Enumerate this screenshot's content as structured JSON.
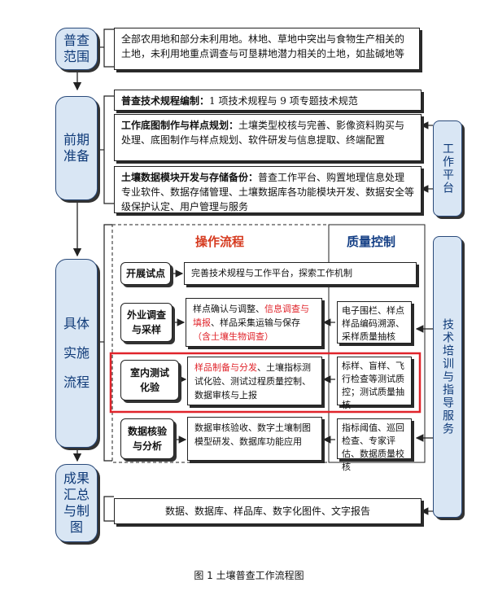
{
  "phases": {
    "scope": "普查\n范围",
    "prep": "前期\n准备",
    "impl": "具体\n\n实施\n\n流程",
    "summary": "成果\n汇总\n与制\n图"
  },
  "scope_text": "全部农用地和部分未利用地。林地、草地中突出与食物生产相关的土地，未利用地重点调查与可垦耕地潜力相关的土地，如盐碱地等",
  "prep": {
    "item1_title": "普查技术规程编制：",
    "item1_text": "1 项技术规程与 9 项专题技术规范",
    "item2_title": "工作底图制作与样点规划：",
    "item2_text": "土壤类型校核与完善、影像资料购买与处理、底图制作与样点规划、软件研发与信息提取、终端配置",
    "item3_title": "土壤数据模块开发与存储备份：",
    "item3_text": "普查工作平台、购置地理信息处理专业软件、数据存储管理、土壤数据库各功能模块开发、数据安全等级保护认定、用户管理与服务"
  },
  "work_platform": "工作平台",
  "headers": {
    "ops": "操作流程",
    "qc": "质量控制"
  },
  "ops": {
    "pilot_label": "开展试点",
    "pilot_text": "完善技术规程与工作平台，探索工作机制",
    "field_label": "外业调查与采样",
    "field_text_a": "样点确认与调整、",
    "field_text_red1": "信息调查与填报",
    "field_text_b": "、样品采集运输与保存",
    "field_text_red2": "（含土壤生物调查）",
    "lab_label": "室内测试化验",
    "lab_text_red": "样品制备与分发",
    "lab_text_b": "、土壤指标测试化验、测试过程质量控制、数据审核与上报",
    "data_label": "数据核验与分析",
    "data_text": "数据审核验收、数字土壤制图模型研发、数据库功能应用"
  },
  "qc": {
    "field": "电子围栏、样点样品编码溯源、采样质量抽核",
    "lab": "标样、盲样、飞行检查等测试质控；测试质量抽核",
    "data": "指标阈值、巡回检查、专家评估、数据质量校核"
  },
  "training": "技术培训与指导服务",
  "summary_text": "数据、数据库、样品库、数字化图件、文字报告",
  "caption": "图 1  土壤普查工作流程图",
  "colors": {
    "phase_bg": "#d9e6f4",
    "highlight": "#e0242b",
    "ops_head": "#d63a1f",
    "qc_head": "#143f85"
  }
}
